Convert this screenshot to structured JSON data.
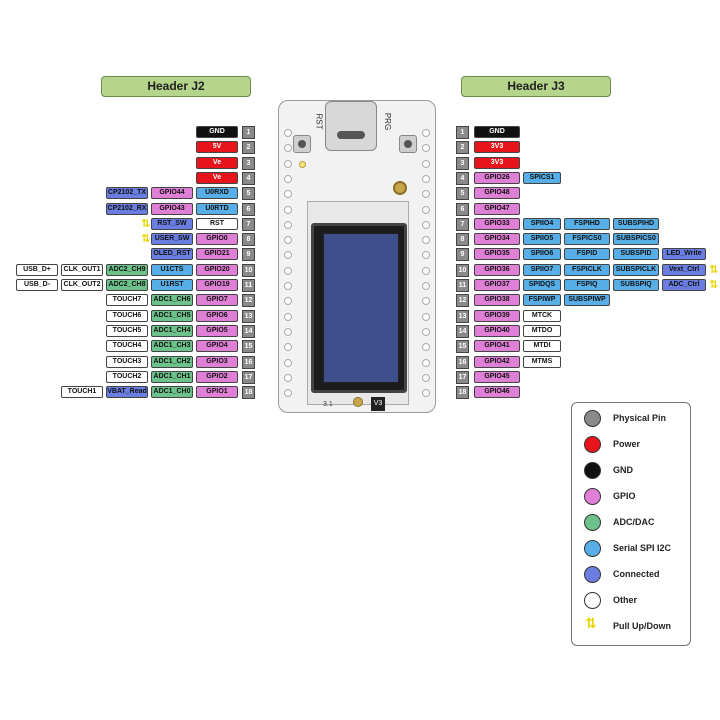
{
  "headers": {
    "left": "Header J2",
    "right": "Header J3"
  },
  "board_text": {
    "rst": "RST",
    "prg": "PRG",
    "version": "V3",
    "bottom": "3.1"
  },
  "colors": {
    "power": "#e8141c",
    "gnd": "#111111",
    "gpio": "#e07fd6",
    "adc": "#6cc28a",
    "spi": "#58aee6",
    "conn": "#6a7de0",
    "other": "#ffffff",
    "pin": "#8a8a8a",
    "pull": "#e8d400"
  },
  "left_header": [
    {
      "pin": "1",
      "labels": [
        {
          "text": "GND",
          "cat": "gnd"
        }
      ]
    },
    {
      "pin": "2",
      "labels": [
        {
          "text": "5V",
          "cat": "power"
        }
      ]
    },
    {
      "pin": "3",
      "labels": [
        {
          "text": "Ve",
          "cat": "power"
        }
      ]
    },
    {
      "pin": "4",
      "labels": [
        {
          "text": "Ve",
          "cat": "power"
        }
      ]
    },
    {
      "pin": "5",
      "labels": [
        {
          "text": "U0RXD",
          "cat": "spi"
        },
        {
          "text": "GPIO44",
          "cat": "gpio"
        },
        {
          "text": "CP2102_TX",
          "cat": "conn"
        }
      ]
    },
    {
      "pin": "6",
      "labels": [
        {
          "text": "U0RTD",
          "cat": "spi"
        },
        {
          "text": "GPIO43",
          "cat": "gpio"
        },
        {
          "text": "CP2102_RX",
          "cat": "conn"
        }
      ]
    },
    {
      "pin": "7",
      "labels": [
        {
          "text": "RST",
          "cat": "other"
        },
        {
          "text": "RST_SW",
          "cat": "conn"
        }
      ],
      "pull": true
    },
    {
      "pin": "8",
      "labels": [
        {
          "text": "GPIO0",
          "cat": "gpio"
        },
        {
          "text": "USER_SW",
          "cat": "conn"
        }
      ],
      "pull": true
    },
    {
      "pin": "9",
      "labels": [
        {
          "text": "GPIO21",
          "cat": "gpio"
        },
        {
          "text": "OLED_RST",
          "cat": "conn"
        }
      ]
    },
    {
      "pin": "10",
      "labels": [
        {
          "text": "GPIO20",
          "cat": "gpio"
        },
        {
          "text": "U1CTS",
          "cat": "spi"
        },
        {
          "text": "ADC2_CH9",
          "cat": "adc"
        },
        {
          "text": "CLK_OUT1",
          "cat": "other"
        },
        {
          "text": "USB_D+",
          "cat": "other"
        }
      ]
    },
    {
      "pin": "11",
      "labels": [
        {
          "text": "GPIO19",
          "cat": "gpio"
        },
        {
          "text": "U1RST",
          "cat": "spi"
        },
        {
          "text": "ADC2_CH8",
          "cat": "adc"
        },
        {
          "text": "CLK_OUT2",
          "cat": "other"
        },
        {
          "text": "USB_D-",
          "cat": "other"
        }
      ]
    },
    {
      "pin": "12",
      "labels": [
        {
          "text": "GPIO7",
          "cat": "gpio"
        },
        {
          "text": "ADC1_CH6",
          "cat": "adc"
        },
        {
          "text": "TOUCH7",
          "cat": "other"
        }
      ]
    },
    {
      "pin": "13",
      "labels": [
        {
          "text": "GPIO6",
          "cat": "gpio"
        },
        {
          "text": "ADC1_CH5",
          "cat": "adc"
        },
        {
          "text": "TOUCH6",
          "cat": "other"
        }
      ]
    },
    {
      "pin": "14",
      "labels": [
        {
          "text": "GPIO5",
          "cat": "gpio"
        },
        {
          "text": "ADC1_CH4",
          "cat": "adc"
        },
        {
          "text": "TOUCH5",
          "cat": "other"
        }
      ]
    },
    {
      "pin": "15",
      "labels": [
        {
          "text": "GPIO4",
          "cat": "gpio"
        },
        {
          "text": "ADC1_CH3",
          "cat": "adc"
        },
        {
          "text": "TOUCH4",
          "cat": "other"
        }
      ]
    },
    {
      "pin": "16",
      "labels": [
        {
          "text": "GPIO3",
          "cat": "gpio"
        },
        {
          "text": "ADC1_CH2",
          "cat": "adc"
        },
        {
          "text": "TOUCH3",
          "cat": "other"
        }
      ]
    },
    {
      "pin": "17",
      "labels": [
        {
          "text": "GPIO2",
          "cat": "gpio"
        },
        {
          "text": "ADC1_CH1",
          "cat": "adc"
        },
        {
          "text": "TOUCH2",
          "cat": "other"
        }
      ]
    },
    {
      "pin": "18",
      "labels": [
        {
          "text": "GPIO1",
          "cat": "gpio"
        },
        {
          "text": "ADC1_CH0",
          "cat": "adc"
        },
        {
          "text": "VBAT_Read",
          "cat": "conn"
        },
        {
          "text": "TOUCH1",
          "cat": "other"
        }
      ]
    }
  ],
  "right_header": [
    {
      "pin": "1",
      "labels": [
        {
          "text": "GND",
          "cat": "gnd"
        }
      ]
    },
    {
      "pin": "2",
      "labels": [
        {
          "text": "3V3",
          "cat": "power"
        }
      ]
    },
    {
      "pin": "3",
      "labels": [
        {
          "text": "3V3",
          "cat": "power"
        }
      ]
    },
    {
      "pin": "4",
      "labels": [
        {
          "text": "GPIO26",
          "cat": "gpio"
        },
        {
          "text": "SPICS1",
          "cat": "spi"
        }
      ]
    },
    {
      "pin": "5",
      "labels": [
        {
          "text": "GPIO48",
          "cat": "gpio"
        }
      ]
    },
    {
      "pin": "6",
      "labels": [
        {
          "text": "GPIO47",
          "cat": "gpio"
        }
      ]
    },
    {
      "pin": "7",
      "labels": [
        {
          "text": "GPIO33",
          "cat": "gpio"
        },
        {
          "text": "SPIIO4",
          "cat": "spi"
        },
        {
          "text": "FSPIHD",
          "cat": "spi"
        },
        {
          "text": "SUBSPIHD",
          "cat": "spi"
        }
      ]
    },
    {
      "pin": "8",
      "labels": [
        {
          "text": "GPIO34",
          "cat": "gpio"
        },
        {
          "text": "SPIIO5",
          "cat": "spi"
        },
        {
          "text": "FSPICS0",
          "cat": "spi"
        },
        {
          "text": "SUBSPICS0",
          "cat": "spi"
        }
      ]
    },
    {
      "pin": "9",
      "labels": [
        {
          "text": "GPIO35",
          "cat": "gpio"
        },
        {
          "text": "SPIIO6",
          "cat": "spi"
        },
        {
          "text": "FSPID",
          "cat": "spi"
        },
        {
          "text": "SUBSPID",
          "cat": "spi"
        },
        {
          "text": "LED_Write",
          "cat": "conn"
        }
      ]
    },
    {
      "pin": "10",
      "labels": [
        {
          "text": "GPIO36",
          "cat": "gpio"
        },
        {
          "text": "SPIIO7",
          "cat": "spi"
        },
        {
          "text": "FSPICLK",
          "cat": "spi"
        },
        {
          "text": "SUBSPICLK",
          "cat": "spi"
        },
        {
          "text": "Vext_Ctrl",
          "cat": "conn"
        }
      ],
      "pull": true
    },
    {
      "pin": "11",
      "labels": [
        {
          "text": "GPIO37",
          "cat": "gpio"
        },
        {
          "text": "SPIDQS",
          "cat": "spi"
        },
        {
          "text": "FSPIQ",
          "cat": "spi"
        },
        {
          "text": "SUBSPIQ",
          "cat": "spi"
        },
        {
          "text": "ADC_Ctrl",
          "cat": "conn"
        }
      ],
      "pull": true
    },
    {
      "pin": "12",
      "labels": [
        {
          "text": "GPIO38",
          "cat": "gpio"
        },
        {
          "text": "FSPIWP",
          "cat": "spi"
        },
        {
          "text": "SUBSPIWP",
          "cat": "spi"
        }
      ]
    },
    {
      "pin": "13",
      "labels": [
        {
          "text": "GPIO39",
          "cat": "gpio"
        },
        {
          "text": "MTCK",
          "cat": "other"
        }
      ]
    },
    {
      "pin": "14",
      "labels": [
        {
          "text": "GPIO40",
          "cat": "gpio"
        },
        {
          "text": "MTDO",
          "cat": "other"
        }
      ]
    },
    {
      "pin": "15",
      "labels": [
        {
          "text": "GPIO41",
          "cat": "gpio"
        },
        {
          "text": "MTDI",
          "cat": "other"
        }
      ]
    },
    {
      "pin": "16",
      "labels": [
        {
          "text": "GPIO42",
          "cat": "gpio"
        },
        {
          "text": "MTMS",
          "cat": "other"
        }
      ]
    },
    {
      "pin": "17",
      "labels": [
        {
          "text": "GPIO45",
          "cat": "gpio"
        }
      ]
    },
    {
      "pin": "18",
      "labels": [
        {
          "text": "GPIO46",
          "cat": "gpio"
        }
      ]
    }
  ],
  "legend": [
    {
      "text": "Physical Pin",
      "color": "#8a8a8a",
      "kind": "dot"
    },
    {
      "text": "Power",
      "color": "#e8141c",
      "kind": "dot"
    },
    {
      "text": "GND",
      "color": "#111111",
      "kind": "dot"
    },
    {
      "text": "GPIO",
      "color": "#e07fd6",
      "kind": "dot"
    },
    {
      "text": "ADC/DAC",
      "color": "#6cc28a",
      "kind": "dot"
    },
    {
      "text": "Serial SPI I2C",
      "color": "#58aee6",
      "kind": "dot"
    },
    {
      "text": "Connected",
      "color": "#6a7de0",
      "kind": "dot"
    },
    {
      "text": "Other",
      "color": "#ffffff",
      "kind": "dot"
    },
    {
      "text": "Pull Up/Down",
      "color": "#e8d400",
      "kind": "arrow"
    }
  ]
}
